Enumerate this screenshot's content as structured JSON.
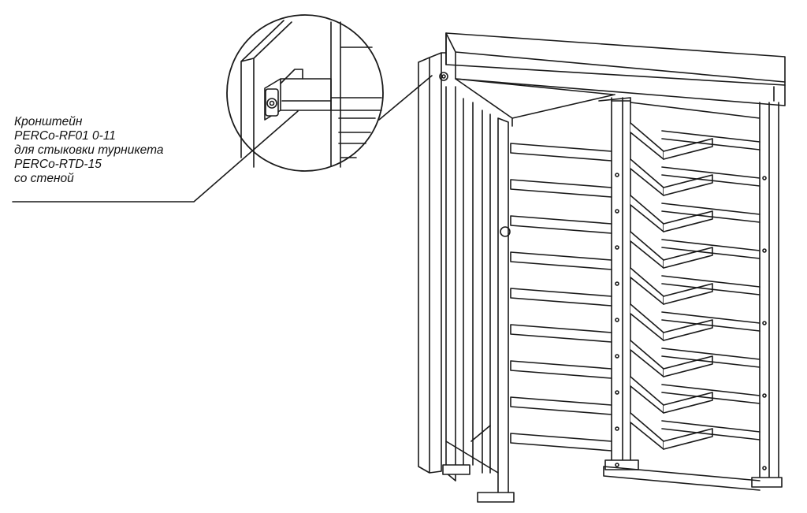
{
  "annotation": {
    "lines": [
      "Кронштейн",
      "PERCo-RF01 0-11",
      "для стыковки турникета",
      "PERCo-RTD-15",
      "со стеной"
    ]
  }
}
